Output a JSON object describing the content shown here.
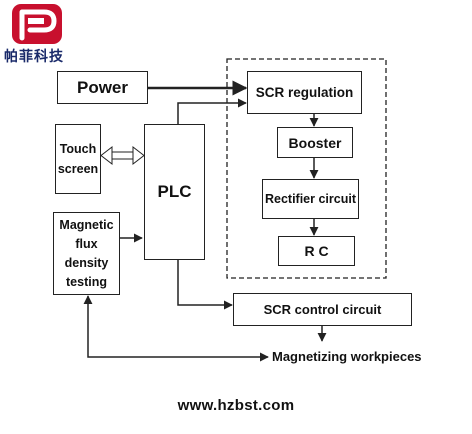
{
  "logo": {
    "chinese_name": "帕菲科技"
  },
  "blocks": {
    "power": "Power",
    "scr_regulation": "SCR regulation",
    "booster": "Booster",
    "rectifier": "Rectifier circuit",
    "rc": "R C",
    "touch_screen": [
      "Touch",
      "screen"
    ],
    "plc": "PLC",
    "magnetic_flux": [
      "Magnetic",
      "flux",
      "density",
      "testing"
    ],
    "scr_control": "SCR control circuit",
    "workpieces": "Magnetizing workpieces"
  },
  "footer": {
    "url": "www.hzbst.com"
  },
  "colors": {
    "logo_red": "#c8102e",
    "logo_text": "#1a2a6a",
    "line": "#222222"
  }
}
